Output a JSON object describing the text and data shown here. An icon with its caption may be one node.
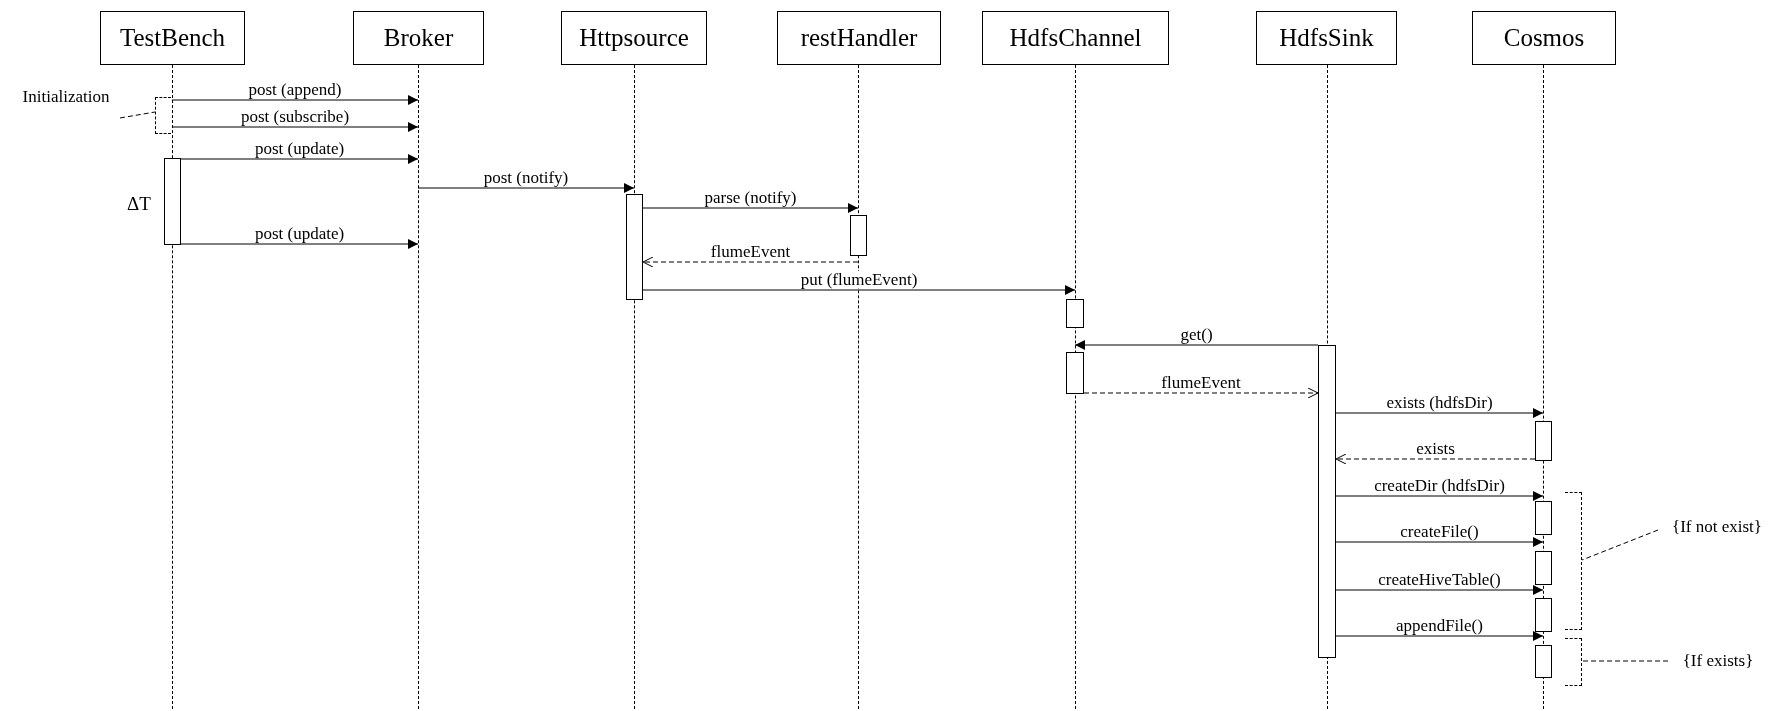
{
  "diagram": {
    "nodes": [
      {
        "text": [
          "TestBench"
        ]
      },
      {
        "text": [
          "Broker"
        ]
      },
      {
        "text": [
          "Httpsource"
        ]
      },
      {
        "text": [
          "restHandler"
        ]
      },
      {
        "text": [
          "HdfsChannel"
        ]
      },
      {
        "text": [
          "HdfsSink"
        ]
      },
      {
        "text": [
          "Cosmos"
        ]
      },
      {
        "text": [],
        "shape": "line"
      },
      {
        "text": [],
        "shape": "line"
      },
      {
        "text": [],
        "shape": "line"
      },
      {
        "text": [],
        "shape": "line"
      },
      {
        "text": [],
        "shape": "line"
      },
      {
        "text": [],
        "shape": "line"
      },
      {
        "text": [],
        "shape": "line"
      },
      {
        "text": [
          "Initialization"
        ]
      },
      {
        "text": [],
        "shape": "bar"
      },
      {
        "text": [],
        "shape": "bar"
      },
      {
        "text": [],
        "shape": "bar"
      },
      {
        "text": [],
        "shape": "bar"
      },
      {
        "text": [],
        "shape": "bar"
      },
      {
        "text": [],
        "shape": "bar"
      },
      {
        "text": [],
        "shape": "bar"
      },
      {
        "text": [],
        "shape": "bar"
      },
      {
        "text": [],
        "shape": "bar"
      },
      {
        "text": [],
        "shape": "bar"
      },
      {
        "text": [],
        "shape": "bar"
      },
      {
        "text": [
          "{If not exist}"
        ]
      },
      {
        "text": [
          "{If exists}"
        ]
      },
      {
        "text": [],
        "shape": "bracket"
      },
      {
        "text": [],
        "shape": "bracket"
      },
      {
        "text": [],
        "shape": "bracket"
      }
    ],
    "edges": [
      {
        "from": 7,
        "to": 8,
        "arrow": "to",
        "label": "post (append)"
      },
      {
        "from": 7,
        "to": 8,
        "arrow": "to",
        "label": "post (subscribe)"
      },
      {
        "from": 15,
        "to": 8,
        "arrow": "to",
        "label": "post (update)"
      },
      {
        "from": 8,
        "to": 9,
        "arrow": "to",
        "label": "post (notify)"
      },
      {
        "from": 16,
        "to": 10,
        "arrow": "to",
        "label": "parse (notify)"
      },
      {
        "from": 15,
        "to": 8,
        "arrow": "to",
        "label": "post (update)"
      },
      {
        "from": 10,
        "to": 16,
        "arrow": "to",
        "label": "flumeEvent",
        "style": "dashed"
      },
      {
        "from": 16,
        "to": 11,
        "arrow": "to",
        "label": "put (flumeEvent)"
      },
      {
        "from": 20,
        "to": 11,
        "arrow": "to",
        "label": "get()"
      },
      {
        "from": 19,
        "to": 20,
        "arrow": "to",
        "label": "flumeEvent",
        "style": "dashed"
      },
      {
        "from": 20,
        "to": 13,
        "arrow": "to",
        "label": "exists (hdfsDir)"
      },
      {
        "from": 21,
        "to": 20,
        "arrow": "to",
        "label": "exists",
        "style": "dashed"
      },
      {
        "from": 20,
        "to": 13,
        "arrow": "to",
        "label": "createDir (hdfsDir)"
      },
      {
        "from": 20,
        "to": 13,
        "arrow": "to",
        "label": "createFile()"
      },
      {
        "from": 20,
        "to": 13,
        "arrow": "to",
        "label": "createHiveTable()"
      },
      {
        "from": 20,
        "to": 13,
        "arrow": "to",
        "label": "appendFile()"
      },
      {
        "from": 14,
        "to": 28,
        "arrow": "none",
        "style": "dashed"
      },
      {
        "from": 26,
        "to": 29,
        "arrow": "none",
        "style": "dashed"
      },
      {
        "from": 27,
        "to": 30,
        "arrow": "none",
        "style": "dashed"
      }
    ],
    "labels": [
      "ΔT"
    ]
  }
}
